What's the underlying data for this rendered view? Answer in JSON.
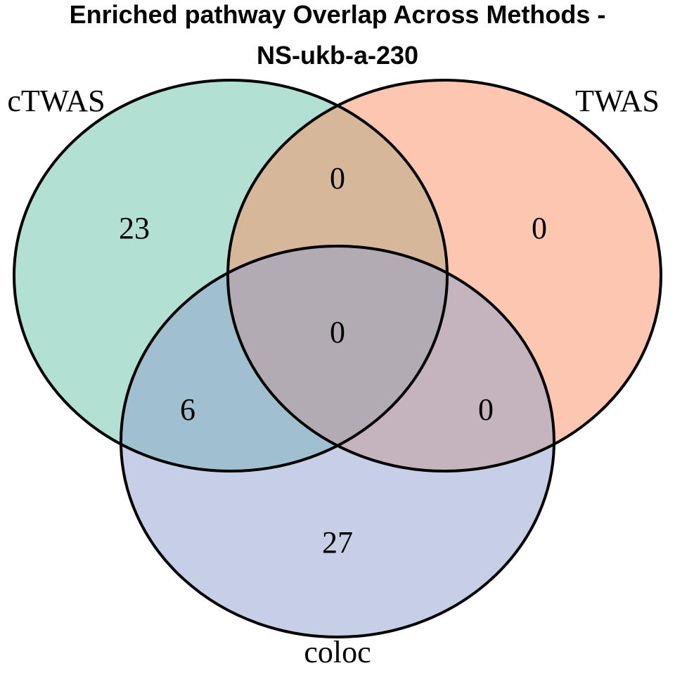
{
  "title_line1": "Enriched pathway Overlap Across Methods -",
  "title_line2": "NS-ukb-a-230",
  "sets": [
    {
      "name": "cTWAS",
      "color": "#66c2a5"
    },
    {
      "name": "TWAS",
      "color": "#fc8d62"
    },
    {
      "name": "coloc",
      "color": "#8da0cb"
    }
  ],
  "regions": {
    "ctwas_only": "23",
    "twas_only": "0",
    "coloc_only": "27",
    "ctwas_twas": "0",
    "ctwas_coloc": "6",
    "twas_coloc": "0",
    "all_three": "0"
  }
}
